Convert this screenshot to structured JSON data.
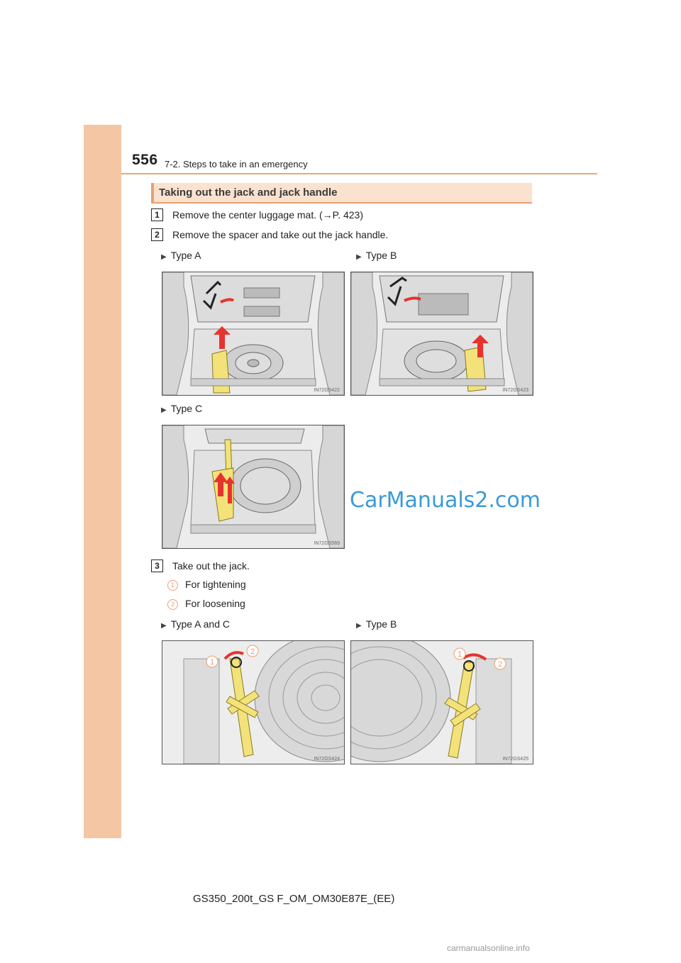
{
  "header": {
    "page_number": "556",
    "section": "7-2. Steps to take in an emergency"
  },
  "heading": "Taking out the jack and jack handle",
  "steps": [
    {
      "num": "1",
      "text": "Remove the center luggage mat. (→P. 423)"
    },
    {
      "num": "2",
      "text": "Remove the spacer and take out the jack handle."
    },
    {
      "num": "3",
      "text": "Take out the jack."
    }
  ],
  "labels": {
    "type_a": "Type A",
    "type_b": "Type B",
    "type_c": "Type C",
    "type_a_and_c": "Type A and C",
    "type_b2": "Type B"
  },
  "sub_items": [
    {
      "num": "1",
      "text": "For tightening"
    },
    {
      "num": "2",
      "text": "For loosening"
    }
  ],
  "figure_codes": {
    "f1": "IN72GS422",
    "f2": "IN72GS423",
    "f3": "IN72GS569",
    "f4": "IN72GS424",
    "f5": "IN72GS425"
  },
  "callouts": {
    "c1": "1",
    "c2": "2"
  },
  "watermark": "CarManuals2.com",
  "footer": "GS350_200t_GS F_OM_OM30E87E_(EE)",
  "bottom_logo": "carmanualsonline.info",
  "colors": {
    "accent": "#e8a070",
    "arrow": "#e8322e",
    "highlight": "#f3e27a"
  }
}
